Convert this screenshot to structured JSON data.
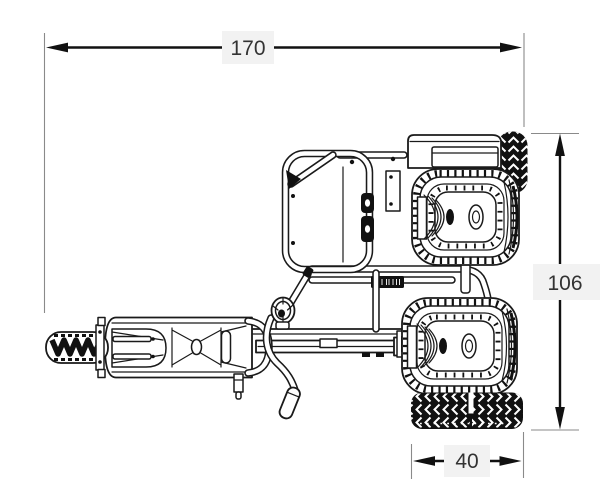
{
  "page": {
    "type": "technical-dimension-drawing",
    "background": "#ffffff"
  },
  "drawing": {
    "subject": "pedal-tractor-top-view",
    "parts": [
      "front-wheel",
      "front-fork",
      "chassis-body",
      "tow-hitch-loop",
      "steering-wheel",
      "steering-column",
      "hand-lever",
      "frame-rails",
      "roll-bar-frame",
      "rear-fender",
      "rear-axle",
      "rear-wheel-top",
      "rear-wheel-bottom",
      "serial-label"
    ]
  },
  "dimensions": {
    "overall_length": {
      "value": "170",
      "orientation": "horizontal",
      "position": "top"
    },
    "overall_width": {
      "value": "106",
      "orientation": "vertical",
      "position": "right"
    },
    "rear_wheel": {
      "value": "40",
      "orientation": "horizontal",
      "position": "bottom"
    }
  },
  "colors": {
    "line": "#1a1a1a",
    "dimension_line": "#111111",
    "extension_line": "#8a8a8a",
    "label_background": "#f2f2f2",
    "label_text": "#333333",
    "tire_fill": "#111111",
    "background": "#ffffff"
  }
}
